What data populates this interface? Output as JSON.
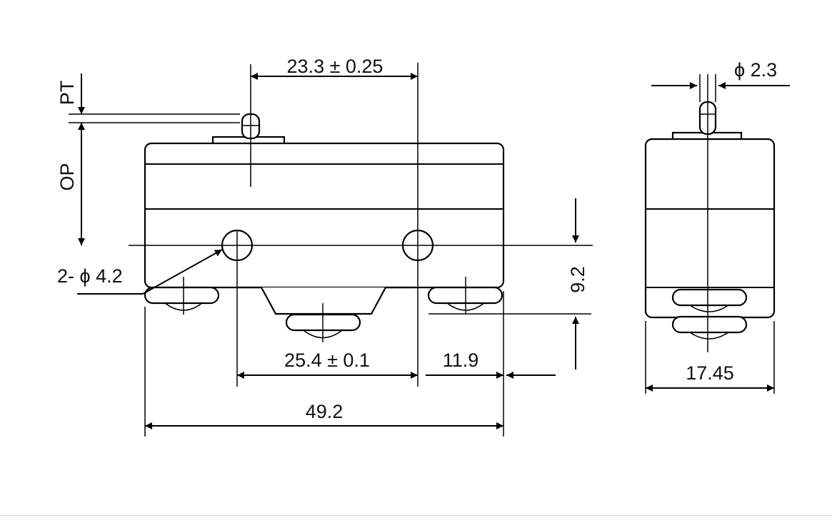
{
  "labels": {
    "pt": "PT",
    "op": "OP",
    "pin_spacing": "23.3 ± 0.25",
    "hole_dia": "2- ϕ 4.2",
    "hole_spacing": "25.4 ± 0.1",
    "terminal_offset": "11.9",
    "body_length": "49.2",
    "terminal_height": "9.2",
    "plunger_dia": "ϕ 2.3",
    "body_width": "17.45"
  },
  "colors": {
    "line": "#000000",
    "text": "#111111",
    "background": "#ffffff"
  }
}
